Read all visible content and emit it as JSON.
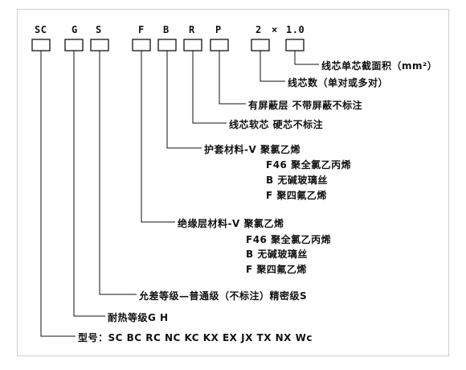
{
  "codes": [
    "SC",
    "G",
    "S",
    "F",
    "B",
    "R",
    "P",
    "2",
    "×",
    "1.0"
  ],
  "labels": {
    "cross_section": "线芯单芯截面积（mm²）",
    "core_count": "线芯数（单对或多对）",
    "shield": "有屏蔽层 不带屏蔽不标注",
    "core_type": "线芯软芯 硬芯不标注",
    "sheath": "护套材料-V 聚氯乙烯",
    "sheath_f46": "F46 聚全氯乙丙烯",
    "sheath_b": "B 无碱玻璃丝",
    "sheath_f": "F 聚四氟乙烯",
    "insulation": "绝缘层材料-V 聚氯乙烯",
    "insulation_f46": "F46 聚全氯乙丙烯",
    "insulation_b": "B 无碱玻璃丝",
    "insulation_f": "F 聚四氟乙烯",
    "tolerance": "允差等级—普通级（不标注）精密级S",
    "heat_grade": "耐热等级G H",
    "model": "型号：SC BC RC NC KC KX EX JX TX NX Wc"
  }
}
